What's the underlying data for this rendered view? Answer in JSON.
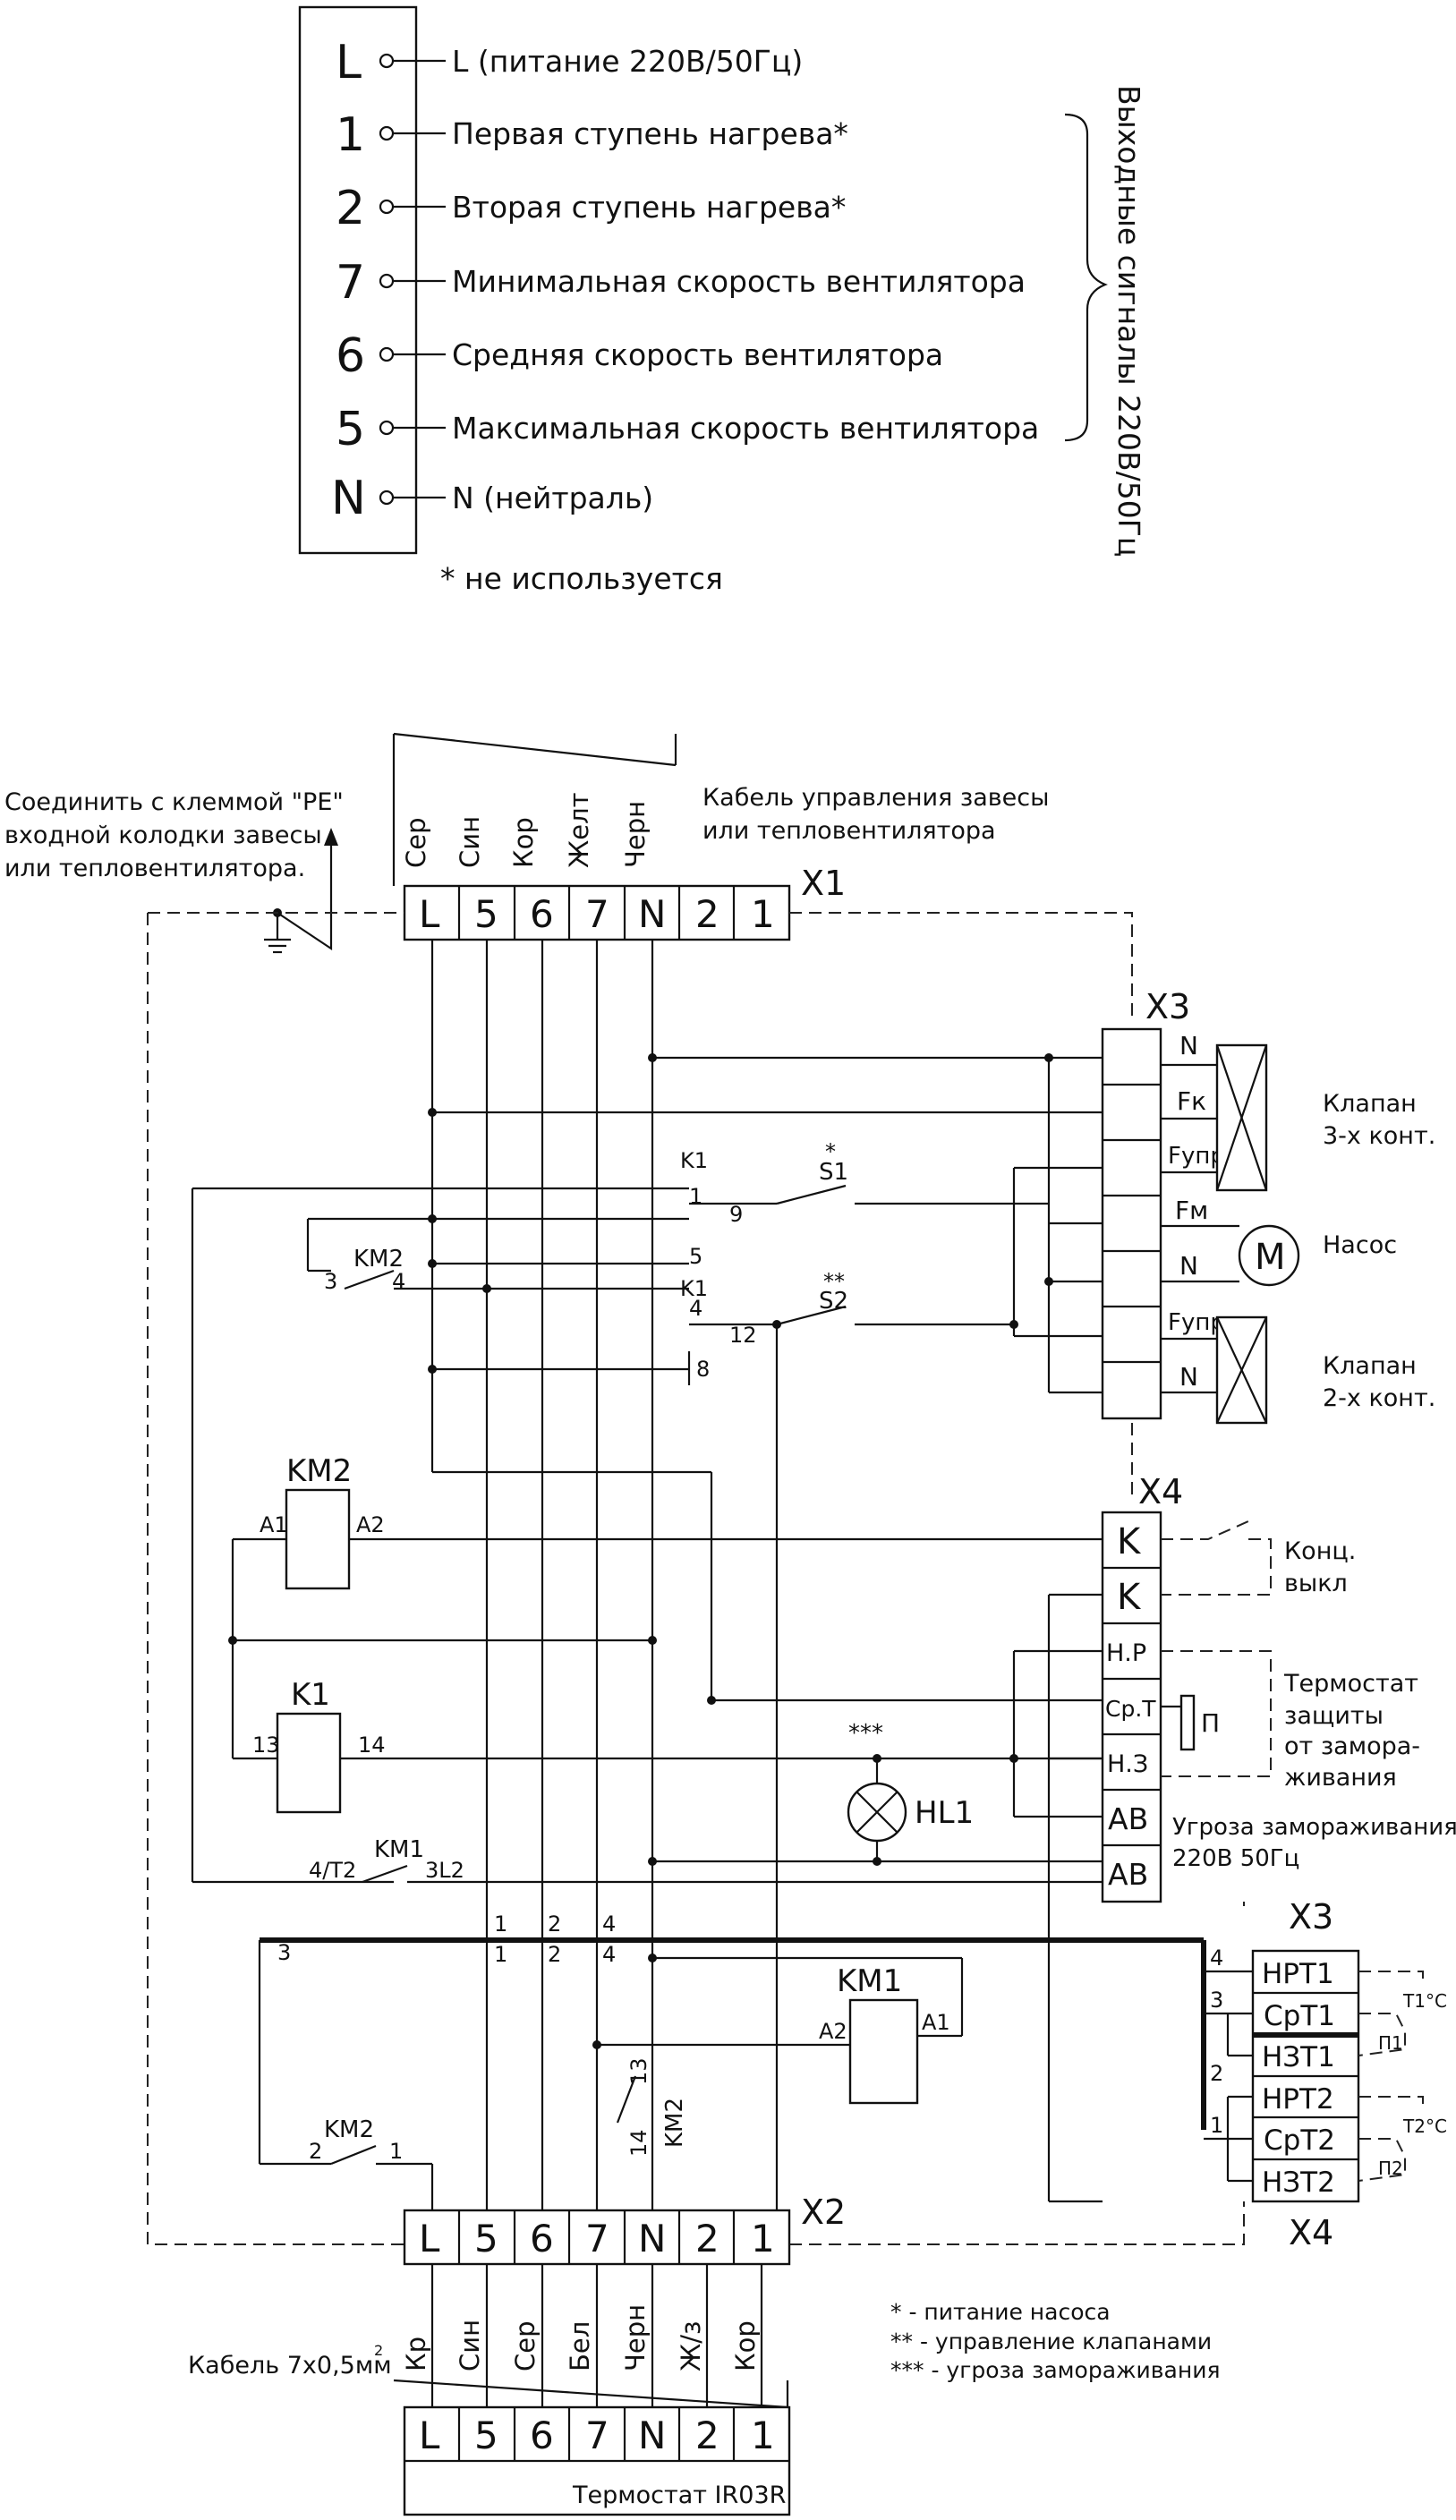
{
  "legend": {
    "rows": [
      {
        "pin": "L",
        "text": "L (питание 220В/50Гц)"
      },
      {
        "pin": "1",
        "text": "Первая ступень нагрева*"
      },
      {
        "pin": "2",
        "text": "Вторая ступень нагрева*"
      },
      {
        "pin": "7",
        "text": "Минимальная скорость вентилятора"
      },
      {
        "pin": "6",
        "text": "Средняя скорость вентилятора"
      },
      {
        "pin": "5",
        "text": "Максимальная скорость вентилятора"
      },
      {
        "pin": "N",
        "text": "N (нейтраль)"
      }
    ],
    "side_label": "Выходные сигналы 220В/50Гц",
    "footnote": "* не используется"
  },
  "top": {
    "pe_note_1": "Соединить с клеммой \"PE\"",
    "pe_note_2": "входной колодки завесы",
    "pe_note_3": "или тепловентилятора.",
    "cable_1": "Кабель управления завесы",
    "cable_2": "или тепловентилятора",
    "wire_colors": [
      "Сер",
      "Син",
      "Кор",
      "Желт",
      "Черн"
    ],
    "x1_label": "X1",
    "x1_terms": [
      "L",
      "5",
      "6",
      "7",
      "N",
      "2",
      "1"
    ]
  },
  "x3": {
    "label": "X3",
    "pins": [
      "N",
      "Fк",
      "Fупр",
      "Fм",
      "N",
      "Fупр",
      "N"
    ],
    "valve3_1": "Клапан",
    "valve3_2": "3-х конт.",
    "pump": "Насос",
    "motor": "M",
    "valve2_1": "Клапан",
    "valve2_2": "2-х конт."
  },
  "relay": {
    "k1_top": "K1",
    "s1": "S1",
    "s1_star": "*",
    "k1_mid": "K1",
    "s2": "S2",
    "s2_star": "**",
    "c1": "1",
    "c9": "9",
    "c5": "5",
    "c4": "4",
    "c12": "12",
    "c8": "8",
    "km2": "KM2",
    "km2_3": "3",
    "km2_4": "4"
  },
  "coils": {
    "km2": "KM2",
    "km2_a1": "A1",
    "km2_a2": "A2",
    "k1": "K1",
    "k1_13": "13",
    "k1_14": "14",
    "km1_contact": "KM1",
    "km1_c1": "4/T2",
    "km1_c2": "3L2",
    "hl1": "HL1",
    "hl_stars": "***"
  },
  "x4": {
    "label": "X4",
    "pins": [
      "K",
      "K",
      "Н.Р",
      "Ср.Т",
      "Н.З",
      "АВ",
      "АВ"
    ],
    "limit_1": "Конц.",
    "limit_2": "выкл",
    "thermo_1": "Термостат",
    "thermo_2": "защиты",
    "thermo_3": "от замора-",
    "thermo_4": "живания",
    "p": "П",
    "frost_1": "Угроза замораживания",
    "frost_2": "220В 50Гц"
  },
  "lower": {
    "n1": "1",
    "n2": "2",
    "n4": "4",
    "n3": "3",
    "km1": "KM1",
    "km1_a1": "A1",
    "km1_a2": "A2",
    "km2": "KM2",
    "km2_2": "2",
    "km2_1": "1",
    "km2v": "KM2",
    "km2v_13": "13",
    "km2v_14": "14",
    "x3b_label": "X3",
    "x4b_label": "X4",
    "t_pins": [
      "НРТ1",
      "СрТ1",
      "НЗТ1",
      "НРТ2",
      "СрТ2",
      "НЗТ2"
    ],
    "t_nums": [
      "4",
      "3",
      "2",
      "1"
    ],
    "t1": "T1°C",
    "t2": "T2°C",
    "p1": "П1",
    "p2": "П2"
  },
  "bottom": {
    "x2_label": "X2",
    "x2_terms": [
      "L",
      "5",
      "6",
      "7",
      "N",
      "2",
      "1"
    ],
    "wire_colors": [
      "Кр",
      "Син",
      "Сер",
      "Бел",
      "Черн",
      "Ж/з",
      "Кор"
    ],
    "cable": "Кабель 7х0,5мм",
    "cable_sup": "2",
    "notes": [
      "* - питание насоса",
      "** - управление клапанами",
      "*** - угроза замораживания"
    ],
    "thermostat_terms": [
      "L",
      "5",
      "6",
      "7",
      "N",
      "2",
      "1"
    ],
    "thermostat_name": "Термостат IR03R"
  }
}
